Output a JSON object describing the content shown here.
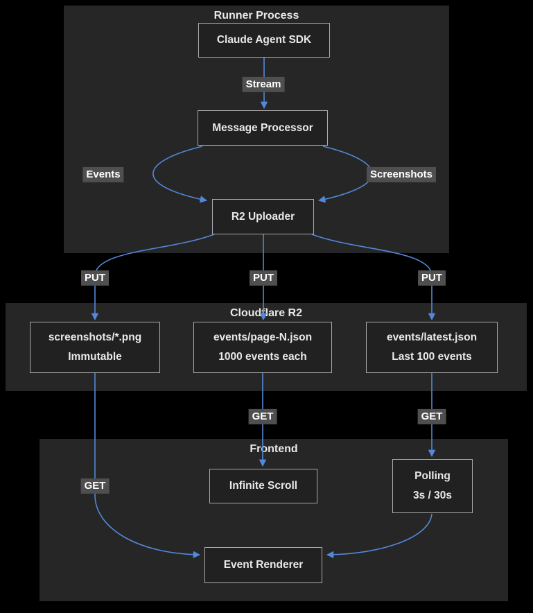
{
  "diagram": {
    "containers": [
      {
        "id": "runner",
        "title": "Runner Process"
      },
      {
        "id": "cloudflare",
        "title": "Cloudflare R2"
      },
      {
        "id": "frontend",
        "title": "Frontend"
      }
    ],
    "nodes": [
      {
        "id": "claude-sdk",
        "lines": [
          "Claude Agent SDK"
        ]
      },
      {
        "id": "message-processor",
        "lines": [
          "Message Processor"
        ]
      },
      {
        "id": "r2-uploader",
        "lines": [
          "R2 Uploader"
        ]
      },
      {
        "id": "screenshots-store",
        "lines": [
          "screenshots/*.png",
          "Immutable"
        ]
      },
      {
        "id": "pages-store",
        "lines": [
          "events/page-N.json",
          "1000 events each"
        ]
      },
      {
        "id": "latest-store",
        "lines": [
          "events/latest.json",
          "Last 100 events"
        ]
      },
      {
        "id": "infinite-scroll",
        "lines": [
          "Infinite Scroll"
        ]
      },
      {
        "id": "polling",
        "lines": [
          "Polling",
          "3s / 30s"
        ]
      },
      {
        "id": "event-renderer",
        "lines": [
          "Event Renderer"
        ]
      }
    ],
    "edge_labels": [
      {
        "id": "stream",
        "text": "Stream"
      },
      {
        "id": "events",
        "text": "Events"
      },
      {
        "id": "screenshots",
        "text": "Screenshots"
      },
      {
        "id": "put-screenshots",
        "text": "PUT"
      },
      {
        "id": "put-pages",
        "text": "PUT"
      },
      {
        "id": "put-latest",
        "text": "PUT"
      },
      {
        "id": "get-pages",
        "text": "GET"
      },
      {
        "id": "get-latest",
        "text": "GET"
      },
      {
        "id": "get-screenshots",
        "text": "GET"
      }
    ],
    "colors": {
      "edge": "#5289d9",
      "label_bg": "#4f4f4f",
      "label_text": "#ffffff",
      "node_border": "#ababab",
      "node_bg": "#212122",
      "container_bg": "#262627",
      "text": "#e9e9e9",
      "canvas_bg": "#000000"
    }
  }
}
